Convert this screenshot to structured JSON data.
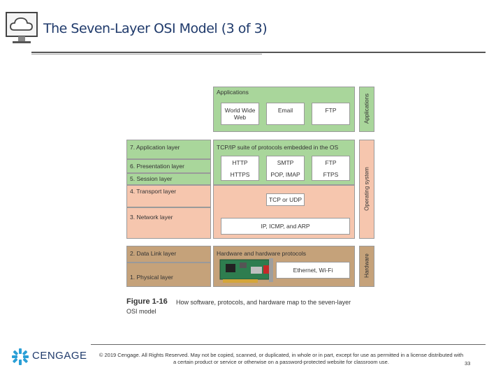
{
  "slide": {
    "title": "The Seven-Layer OSI Model (3 of 3)",
    "page_number": "33"
  },
  "figure": {
    "applications_block": {
      "heading": "Applications",
      "items": [
        "World Wide Web",
        "Email",
        "FTP"
      ]
    },
    "osi_layers": [
      "7. Application layer",
      "6. Presentation layer",
      "5. Session layer",
      "4. Transport layer",
      "3. Network layer",
      "2. Data Link layer",
      "1. Physical layer"
    ],
    "tcpip_block": {
      "heading": "TCP/IP suite of protocols embedded in the OS",
      "row1": [
        "HTTP",
        "SMTP",
        "FTP"
      ],
      "row2": [
        "HTTPS",
        "POP, IMAP",
        "FTPS"
      ],
      "transport": "TCP or UDP",
      "network": "IP, ICMP, and ARP"
    },
    "hardware_block": {
      "heading": "Hardware and hardware protocols",
      "item": "Ethernet, Wi-Fi"
    },
    "side_labels": [
      "Applications",
      "Operating system",
      "Hardware"
    ],
    "colors": {
      "applications": "#a9d69b",
      "operating_system": "#f6c6ae",
      "hardware": "#c5a27a"
    },
    "caption_number": "Figure 1-16",
    "caption_text": "How software, protocols, and hardware map to the seven-layer",
    "caption_text2": "OSI model"
  },
  "footer": {
    "logo": "CENGAGE",
    "copyright": "© 2019 Cengage. All Rights Reserved. May not be copied, scanned, or duplicated, in whole or in part, except for use as permitted in a license distributed with a certain product or service or otherwise on a password-protected website for classroom use."
  }
}
